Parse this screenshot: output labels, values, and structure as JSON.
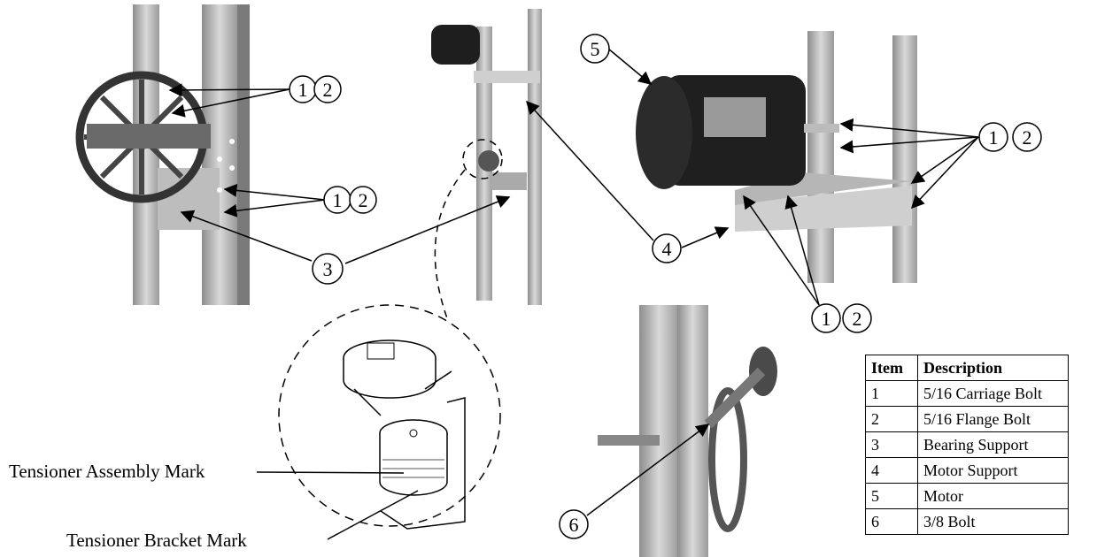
{
  "callouts": {
    "c1": "1",
    "c2": "2",
    "c3": "3",
    "c4": "4",
    "c5": "5",
    "c6": "6"
  },
  "labels": {
    "tensioner_assembly_mark": "Tensioner Assembly Mark",
    "tensioner_bracket_mark": "Tensioner Bracket Mark"
  },
  "parts_table": {
    "headers": [
      "Item",
      "Description"
    ],
    "rows": [
      [
        "1",
        "5/16 Carriage Bolt"
      ],
      [
        "2",
        "5/16 Flange Bolt"
      ],
      [
        "3",
        "Bearing Support"
      ],
      [
        "4",
        "Motor Support"
      ],
      [
        "5",
        "Motor"
      ],
      [
        "6",
        "3/8 Bolt"
      ]
    ]
  }
}
